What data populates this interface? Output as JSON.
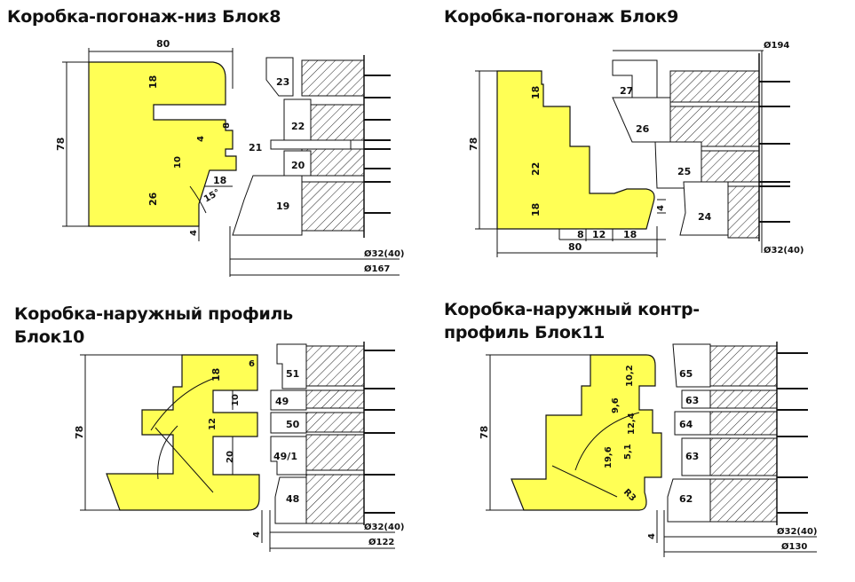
{
  "blocks": [
    {
      "title": "Коробка-погонаж-низ Блок8",
      "dims": {
        "top": "80",
        "d1": "18",
        "d2": "8",
        "d3": "4",
        "d4": "10",
        "d5": "18",
        "d6": "26",
        "angle": "15°",
        "height": "78",
        "bottom": "4",
        "dia_small": "Ø32(40)",
        "dia_big": "Ø167"
      },
      "cutters": [
        "23",
        "22",
        "21",
        "20",
        "19"
      ]
    },
    {
      "title": "Коробка-погонаж Блок9",
      "dims": {
        "d1": "18",
        "d2": "22",
        "d3": "18",
        "height": "78",
        "w1": "8",
        "w2": "12",
        "w3": "18",
        "bottom": "4",
        "width": "80",
        "dia_big": "Ø194",
        "dia_small": "Ø32(40)"
      },
      "cutters": [
        "27",
        "26",
        "25",
        "24"
      ]
    },
    {
      "title_line1": "Коробка-наружный профиль",
      "title_line2": "Блок10",
      "dims": {
        "d1": "18",
        "d2": "6",
        "d3": "10",
        "d4": "12",
        "d5": "20",
        "height": "78",
        "bottom": "4",
        "dia_small": "Ø32(40)",
        "dia_big": "Ø122"
      },
      "cutters": [
        "51",
        "49",
        "50",
        "49/1",
        "48"
      ]
    },
    {
      "title_line1": "Коробка-наружный контр-",
      "title_line2": "профиль Блок11",
      "dims": {
        "d1": "10,2",
        "d2": "9,6",
        "d3": "12,4",
        "d4": "5,1",
        "d5": "19,6",
        "d6": "R3",
        "height": "78",
        "bottom": "4",
        "dia_small": "Ø32(40)",
        "dia_big": "Ø130"
      },
      "cutters": [
        "65",
        "63",
        "64",
        "63",
        "62"
      ]
    }
  ],
  "colors": {
    "profile_fill": "#ffff55",
    "line": "#111111",
    "background": "#ffffff"
  }
}
